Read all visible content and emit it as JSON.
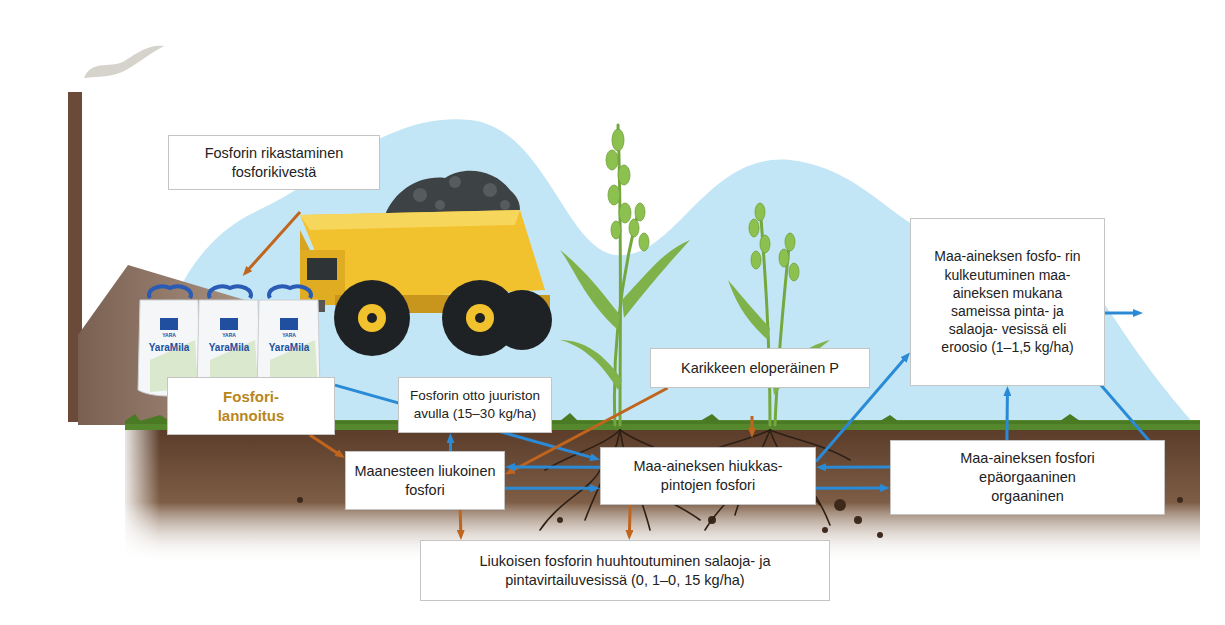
{
  "diagram": {
    "nodes": [
      {
        "text": [
          "Fosforin rikastaminen fosforikivestä"
        ]
      },
      {
        "text": [
          "Fosfori- lannoitus"
        ]
      },
      {
        "text": [
          "Fosforin otto juuriston avulla (15–30 kg/ha)"
        ]
      },
      {
        "text": [
          "Karikkeen eloperäinen P"
        ]
      },
      {
        "text": [
          "Maanesteen liukoinen fosfori"
        ]
      },
      {
        "text": [
          "Maa-aineksen hiukkas- pintojen fosfori"
        ]
      },
      {
        "text": [
          "Maa-aineksen fosfori epäorgaaninen orgaaninen"
        ]
      },
      {
        "text": [
          "Maa-aineksen fosfo- rin kulkeutuminen maa-aineksen mukana sameissa pinta- ja salaoja- vesissä eli eroosio (1–1,5 kg/ha)"
        ]
      },
      {
        "text": [
          "Liukoisen fosforin huuhtoutuminen salaoja- ja pintavirtailuvesissä (0, 1–0, 15 kg/ha)"
        ]
      }
    ],
    "edges": [
      {
        "from": 1,
        "to": 4,
        "arrow": "to"
      },
      {
        "from": 1,
        "to": 5,
        "arrow": "to"
      },
      {
        "from": 4,
        "to": 2,
        "arrow": "to"
      },
      {
        "from": 3,
        "to": 4,
        "arrow": "to"
      },
      {
        "from": 5,
        "to": 4,
        "arrow": "to"
      },
      {
        "from": 4,
        "to": 5,
        "arrow": "to"
      },
      {
        "from": 6,
        "to": 5,
        "arrow": "to"
      },
      {
        "from": 5,
        "to": 6,
        "arrow": "to"
      },
      {
        "from": 5,
        "to": 7,
        "arrow": "to"
      },
      {
        "from": 6,
        "to": 7,
        "arrow": "to"
      },
      {
        "from": 4,
        "to": 8,
        "arrow": "to"
      },
      {
        "from": 5,
        "to": 8,
        "arrow": "to"
      }
    ],
    "labels": [
      "YARA",
      "YaraMila",
      "YARA",
      "YaraMila",
      "YARA",
      "YaraMila"
    ]
  }
}
